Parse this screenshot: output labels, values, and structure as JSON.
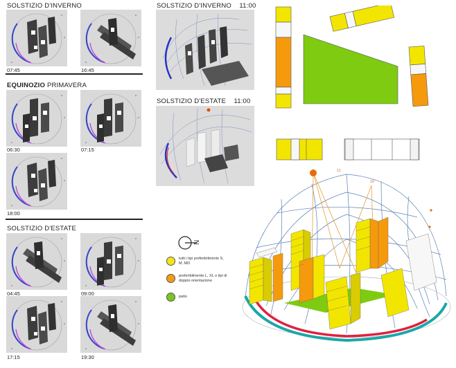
{
  "sections": {
    "winter_left": "SOLSTIZIO D'INVERNO",
    "equinox_bold": "EQUINOZIO",
    "equinox_rest": " PRIMAVERA",
    "summer_left": "SOLSTIZIO D'ESTATE",
    "winter_big": "SOLSTIZIO D'INVERNO",
    "winter_big_time": "11:00",
    "summer_big": "SOLSTIZIO D'ESTATE",
    "summer_big_time": "11:00"
  },
  "times": {
    "w1": "07:45",
    "w2": "16:45",
    "e1": "06:30",
    "e2": "07:15",
    "e3": "18:00",
    "s1": "04:45",
    "s2": "09:00",
    "s3": "17:15",
    "s4": "19:30"
  },
  "legend": [
    {
      "text": "tutti i tipi preferibilmente S, M, MD",
      "color": "#f5e616"
    },
    {
      "text": "preferibilmente L, XL o tipi di doppio orientazione",
      "color": "#f39c12"
    },
    {
      "text": "patio",
      "color": "#7cc41f"
    }
  ],
  "dome_labels": {
    "a": "11",
    "b": "10"
  },
  "colors": {
    "yellow": "#f2e600",
    "orange": "#f59a0c",
    "green": "#7ecb12",
    "teal": "#1aa7a8",
    "red": "#e0213f",
    "blue": "#1a2fb5",
    "purple": "#b04ad6"
  }
}
